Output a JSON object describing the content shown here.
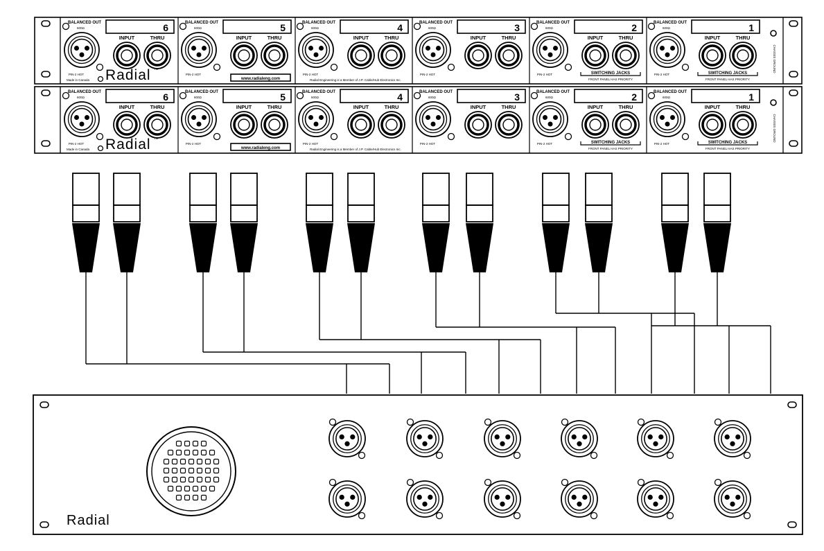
{
  "rack_units": [
    {
      "brand": "Radial",
      "trademark": "TM",
      "made_in": "Made in Canada",
      "website": "www.radialeng.com",
      "footnote": "Radial Engineering is a Member of J.P. Cable/Hub Electronics Inc.",
      "chassis_ground": "CHASSIS GROUND",
      "channels": [
        {
          "number": "6",
          "balanced_out": "BALANCED OUT",
          "impedance": "600Ω",
          "input": "INPUT",
          "thru": "THRU",
          "pin_note": "PIN-2 HOT",
          "switching": ""
        },
        {
          "number": "5",
          "balanced_out": "BALANCED OUT",
          "impedance": "600Ω",
          "input": "INPUT",
          "thru": "THRU",
          "pin_note": "PIN-2 HOT",
          "switching": ""
        },
        {
          "number": "4",
          "balanced_out": "BALANCED OUT",
          "impedance": "600Ω",
          "input": "INPUT",
          "thru": "THRU",
          "pin_note": "PIN-2 HOT",
          "switching": ""
        },
        {
          "number": "3",
          "balanced_out": "BALANCED OUT",
          "impedance": "600Ω",
          "input": "INPUT",
          "thru": "THRU",
          "pin_note": "PIN-2 HOT",
          "switching": ""
        },
        {
          "number": "2",
          "balanced_out": "BALANCED OUT",
          "impedance": "600Ω",
          "input": "INPUT",
          "thru": "THRU",
          "pin_note": "PIN-2 HOT",
          "switching": "SWITCHING JACKS",
          "priority": "FRONT PANEL HAS PRIORITY"
        },
        {
          "number": "1",
          "balanced_out": "BALANCED OUT",
          "impedance": "600Ω",
          "input": "INPUT",
          "thru": "THRU",
          "pin_note": "PIN-2 HOT",
          "switching": "SWITCHING JACKS",
          "priority": "FRONT PANEL HAS PRIORITY"
        }
      ]
    },
    {
      "brand": "Radial",
      "trademark": "TM",
      "made_in": "Made in Canada",
      "website": "www.radialeng.com",
      "footnote": "Radial Engineering is a Member of J.P. Cable/Hub Electronics Inc.",
      "chassis_ground": "CHASSIS GROUND",
      "channels": [
        {
          "number": "6",
          "balanced_out": "BALANCED OUT",
          "impedance": "600Ω",
          "input": "INPUT",
          "thru": "THRU",
          "pin_note": "PIN-2 HOT",
          "switching": ""
        },
        {
          "number": "5",
          "balanced_out": "BALANCED OUT",
          "impedance": "600Ω",
          "input": "INPUT",
          "thru": "THRU",
          "pin_note": "PIN-2 HOT",
          "switching": ""
        },
        {
          "number": "4",
          "balanced_out": "BALANCED OUT",
          "impedance": "600Ω",
          "input": "INPUT",
          "thru": "THRU",
          "pin_note": "PIN-2 HOT",
          "switching": ""
        },
        {
          "number": "3",
          "balanced_out": "BALANCED OUT",
          "impedance": "600Ω",
          "input": "INPUT",
          "thru": "THRU",
          "pin_note": "PIN-2 HOT",
          "switching": ""
        },
        {
          "number": "2",
          "balanced_out": "BALANCED OUT",
          "impedance": "600Ω",
          "input": "INPUT",
          "thru": "THRU",
          "pin_note": "PIN-2 HOT",
          "switching": "SWITCHING JACKS",
          "priority": "FRONT PANEL HAS PRIORITY"
        },
        {
          "number": "1",
          "balanced_out": "BALANCED OUT",
          "impedance": "600Ω",
          "input": "INPUT",
          "thru": "THRU",
          "pin_note": "PIN-2 HOT",
          "switching": "SWITCHING JACKS",
          "priority": "FRONT PANEL HAS PRIORITY"
        }
      ]
    }
  ],
  "cables": {
    "count": 12,
    "connector_type": "xlr-plug-icon"
  },
  "snake_panel": {
    "brand": "Radial",
    "multipin": "multipin-connector-icon",
    "xlr_rows": 2,
    "xlr_per_row": 6
  }
}
